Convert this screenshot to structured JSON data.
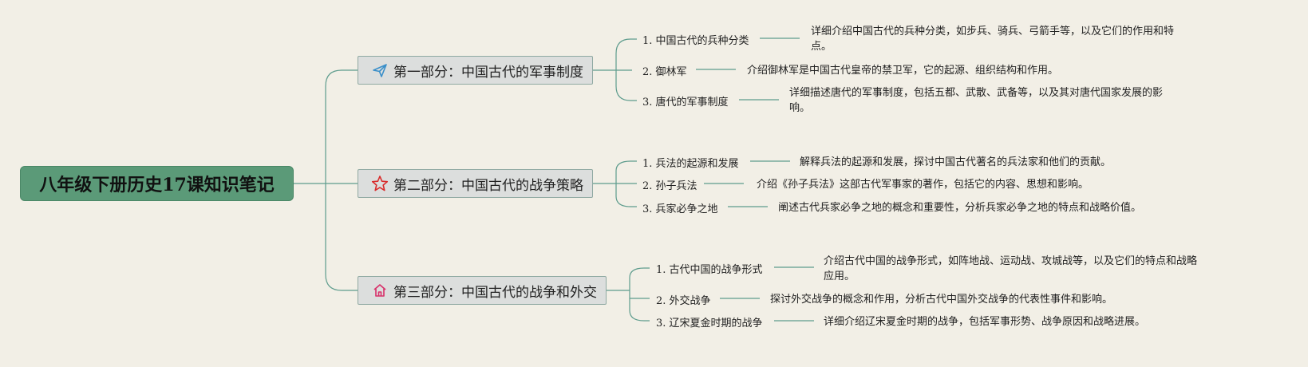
{
  "root": {
    "title": "八年级下册历史17课知识笔记"
  },
  "sections": [
    {
      "title": "第一部分：中国古代的军事制度",
      "icon": "paper-plane-icon",
      "items": [
        {
          "label": "1. 中国古代的兵种分类",
          "desc": "详细介绍中国古代的兵种分类，如步兵、骑兵、弓箭手等，以及它们的作用和特点。"
        },
        {
          "label": "2. 御林军",
          "desc": "介绍御林军是中国古代皇帝的禁卫军，它的起源、组织结构和作用。"
        },
        {
          "label": "3. 唐代的军事制度",
          "desc": "详细描述唐代的军事制度，包括五都、武散、武备等，以及其对唐代国家发展的影响。"
        }
      ]
    },
    {
      "title": "第二部分：中国古代的战争策略",
      "icon": "star-icon",
      "items": [
        {
          "label": "1. 兵法的起源和发展",
          "desc": "解释兵法的起源和发展，探讨中国古代著名的兵法家和他们的贡献。"
        },
        {
          "label": "2. 孙子兵法",
          "desc": "介绍《孙子兵法》这部古代军事家的著作，包括它的内容、思想和影响。"
        },
        {
          "label": "3. 兵家必争之地",
          "desc": "阐述古代兵家必争之地的概念和重要性，分析兵家必争之地的特点和战略价值。"
        }
      ]
    },
    {
      "title": "第三部分：中国古代的战争和外交",
      "icon": "home-icon",
      "items": [
        {
          "label": "1. 古代中国的战争形式",
          "desc": "介绍古代中国的战争形式，如阵地战、运动战、攻城战等，以及它们的特点和战略应用。"
        },
        {
          "label": "2. 外交战争",
          "desc": "探讨外交战争的概念和作用，分析古代中国外交战争的代表性事件和影响。"
        },
        {
          "label": "3. 辽宋夏金时期的战争",
          "desc": "详细介绍辽宋夏金时期的战争，包括军事形势、战争原因和战略进展。"
        }
      ]
    }
  ],
  "colors": {
    "root_bg": "#5b9a78",
    "line": "#5e9c8d",
    "section_bg": "#dcdedd",
    "background": "#f2efe6"
  }
}
